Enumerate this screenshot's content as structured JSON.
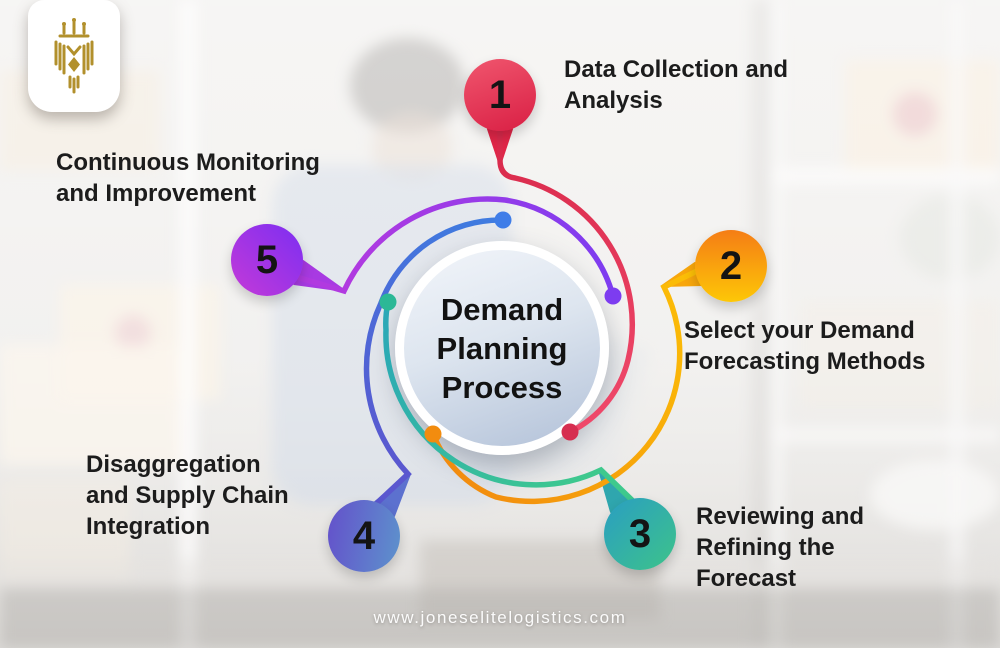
{
  "header": {
    "brand_logo": "jones-elite-logistics-crest"
  },
  "diagram": {
    "center_title": "Demand Planning Process",
    "steps": [
      {
        "number": "1",
        "label": "Data Collection and Analysis",
        "ball_color_start": "#f0566e",
        "ball_color_end": "#d91f44",
        "line_color": "#d8294a",
        "dot_color": "#d62e50"
      },
      {
        "number": "2",
        "label": "Select your Demand Forecasting Methods",
        "ball_color_start": "#f57d15",
        "ball_color_end": "#fdc707",
        "line_color": "#f7b300",
        "dot_color": "#f28c0f"
      },
      {
        "number": "3",
        "label": "Reviewing and Refining the Forecast",
        "ball_color_start": "#2a9ec2",
        "ball_color_end": "#3dc38a",
        "line_color": "#2fb3a0",
        "dot_color": "#2cb896"
      },
      {
        "number": "4",
        "label": "Disaggregation and Supply Chain Integration",
        "ball_color_start": "#6450cb",
        "ball_color_end": "#5d93cc",
        "line_color": "#4a6fd0",
        "dot_color": "#3f7de8"
      },
      {
        "number": "5",
        "label": "Continuous Monitoring and Improvement",
        "ball_color_start": "#7c2ef2",
        "ball_color_end": "#c43ad8",
        "line_color": "#a42be0",
        "dot_color": "#7d3cf0"
      }
    ]
  },
  "footer": {
    "website": "www.joneselitelogistics.com"
  }
}
